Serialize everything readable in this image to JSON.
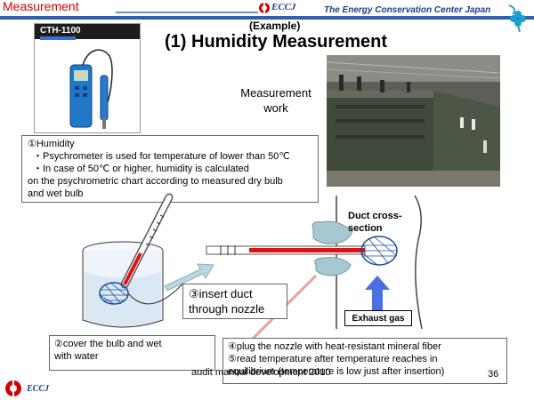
{
  "header": {
    "section_title": "Measurement",
    "org_logo_text": "ECCJ",
    "org_name": "The Energy Conservation Center Japan"
  },
  "slide": {
    "subtitle": "(Example)",
    "title": "(1) Humidity Measurement",
    "measurement_work_label": [
      "Measurement",
      "work"
    ]
  },
  "device": {
    "model": "CTH-1100"
  },
  "info_box": {
    "lines": [
      "①Humidity",
      "・Psychrometer is used for temperature of lower than 50℃",
      "・In case of 50℃ or higher, humidity is calculated",
      "on the psychrometric chart according to measured dry bulb",
      "and wet bulb"
    ]
  },
  "diagram": {
    "duct_label": [
      "Duct cross-",
      "section"
    ],
    "exhaust_label": "Exhaust gas"
  },
  "steps": {
    "step2": [
      "②cover the bulb and wet",
      "with water"
    ],
    "step3": [
      "③insert duct",
      "through nozzle"
    ],
    "step4": "④plug the nozzle with heat-resistant mineral fiber",
    "step5": [
      "⑤read temperature after temperature reaches in",
      "equilibrium (temperature is low just after insertion)"
    ]
  },
  "footer": {
    "text": "audit manual development 2010",
    "page_number": "36",
    "bottom_logo_text": "ECCJ"
  },
  "colors": {
    "header_red": "#d40000",
    "header_blue": "#2f5fb0",
    "org_blue": "#1f3c8c",
    "thermometer_red": "#e01010",
    "exhaust_arrow_blue": "#4a6fe0"
  }
}
